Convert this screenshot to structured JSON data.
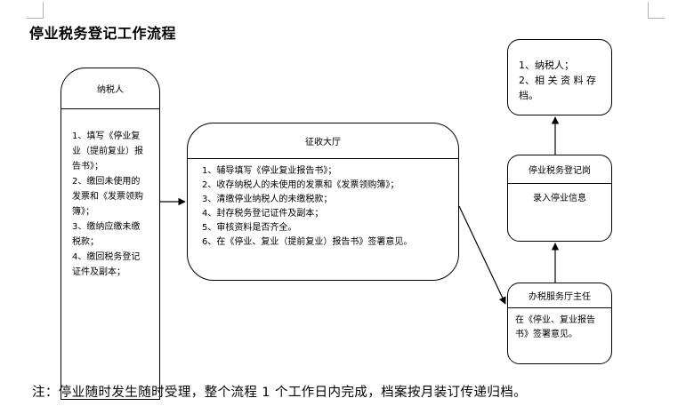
{
  "title": "停业税务登记工作流程",
  "boxes": {
    "taxpayer": {
      "header": "纳税人",
      "lines": [
        "1、填写《停业复",
        "业（提前复业）报",
        "告书》；",
        "2、缴回未使用的",
        "发票和《发票领购",
        "簿》；",
        "3、缴纳应缴未缴",
        "税款；",
        "4、缴回税务登记",
        "证件及副本；"
      ]
    },
    "hall": {
      "header": "征收大厅",
      "lines": [
        "1、辅导填写《停业复业报告书》；",
        "2、收存纳税人的未使用的发票和《发票领购簿》；",
        "3、清缴停业纳税人的未缴税款；",
        "4、封存税务登记证件及副本；",
        "5、审核资料是否齐全。",
        "6、在《停业、复业（提前复业）报告书》签署意见。"
      ]
    },
    "director": {
      "header": "办税服务厅主任",
      "lines": [
        "在《停业、复业报告",
        "书》签署意见。"
      ]
    },
    "registration": {
      "header": "停业税务登记岗",
      "lines": [
        "录入停业信息"
      ]
    },
    "archive": {
      "lines": [
        "1、纳税人；",
        "2、相 关 资 料 存",
        "档。"
      ]
    }
  },
  "note": "注：停业随时发生随时受理，整个流程 1 个工作日内完成，档案按月装订传递归档。"
}
